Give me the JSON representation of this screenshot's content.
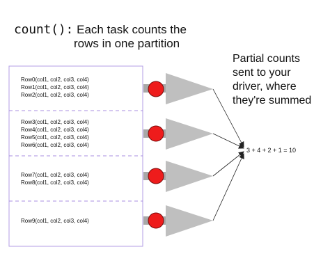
{
  "header": {
    "code_label": "count():",
    "description_line1": "Each task counts the",
    "description_line2": "rows in one partition"
  },
  "note": {
    "lines": [
      "Partial counts",
      "sent to your",
      "driver, where",
      "they're summed"
    ]
  },
  "partitions": [
    {
      "rows": [
        "Row0(col1, col2, col3, col4)",
        "Row1(col1, col2, col3, col4)",
        "Row2(col1, col2, col3, col4)"
      ]
    },
    {
      "rows": [
        "Row3(col1, col2, col3, col4)",
        "Row4(col1, col2, col3, col4)",
        "Row5(col1, col2, col3, col4)",
        "Row6(col1, col2, col3, col4)"
      ]
    },
    {
      "rows": [
        "Row7(col1, col2, col3, col4)",
        "Row8(col1, col2, col3, col4)"
      ]
    },
    {
      "rows": [
        "Row9(col1, col2, col3, col4)"
      ]
    }
  ],
  "sum_expression": "3 + 4 + 2 + 1 = 10",
  "colors": {
    "border": "#b39ee6",
    "divider": "#a88fe0",
    "dot_fill": "#ee1c1c",
    "dot_stroke": "#7a0b0b",
    "arrow": "#bfbfbf",
    "arrow_shaft": "#a8a8a8",
    "line": "#222222"
  }
}
